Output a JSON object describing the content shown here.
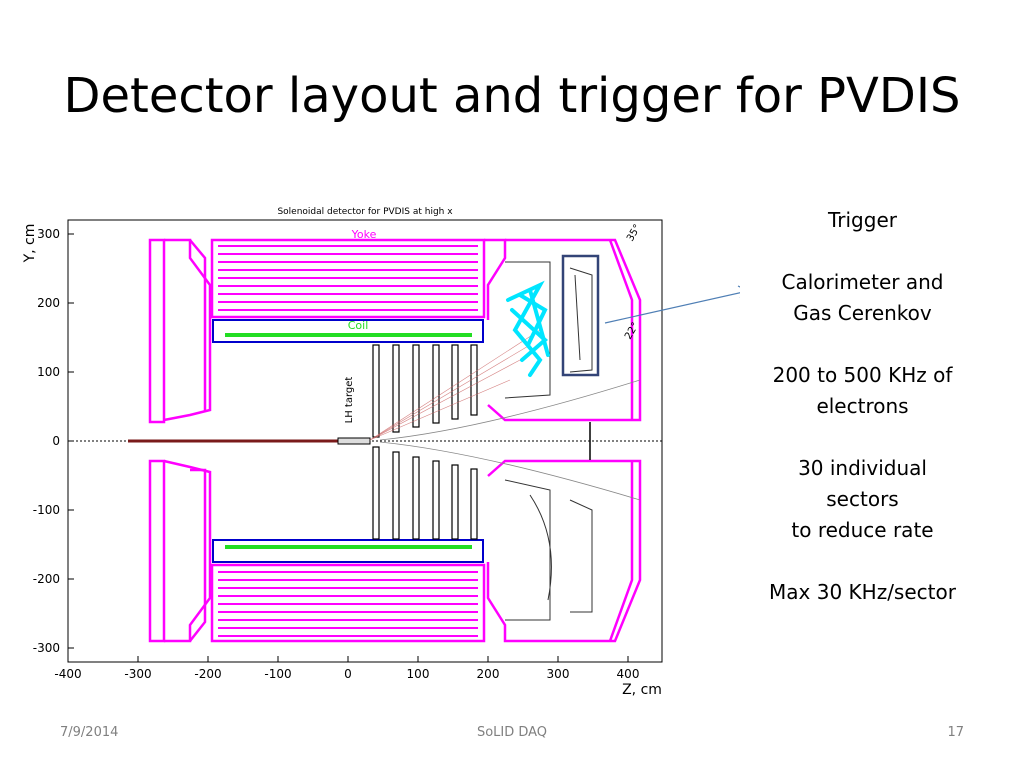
{
  "slide": {
    "title": "Detector layout and trigger for PVDIS",
    "footer": {
      "date": "7/9/2014",
      "center": "SoLID DAQ",
      "page": "17"
    }
  },
  "figure": {
    "title": "Solenoidal detector for PVDIS at high x",
    "labels": {
      "yoke": "Yoke",
      "coil": "Coil",
      "target": "LH target",
      "angle_high": "35°",
      "angle_low": "22°"
    },
    "axes": {
      "xlabel": "Z, cm",
      "ylabel": "Y, cm",
      "xticks": [
        "-400",
        "-300",
        "-200",
        "-100",
        "0",
        "100",
        "200",
        "300",
        "400"
      ],
      "yticks": [
        "300",
        "200",
        "100",
        "0",
        "-100",
        "-200",
        "-300"
      ]
    },
    "colors": {
      "yoke": "#ff00ff",
      "coil": "#22dd22",
      "coil_box": "#0000cc",
      "tracks": "#00e5ff",
      "ecal_box": "#334477",
      "arrow": "#4f7fb5"
    }
  },
  "trigger": {
    "lines": [
      [
        "Trigger"
      ],
      [
        "Calorimeter and",
        "Gas Cerenkov"
      ],
      [
        "200 to 500 KHz of",
        "electrons"
      ],
      [
        "30 individual",
        "sectors",
        "to reduce rate"
      ],
      [
        "Max 30 KHz/sector"
      ]
    ]
  }
}
